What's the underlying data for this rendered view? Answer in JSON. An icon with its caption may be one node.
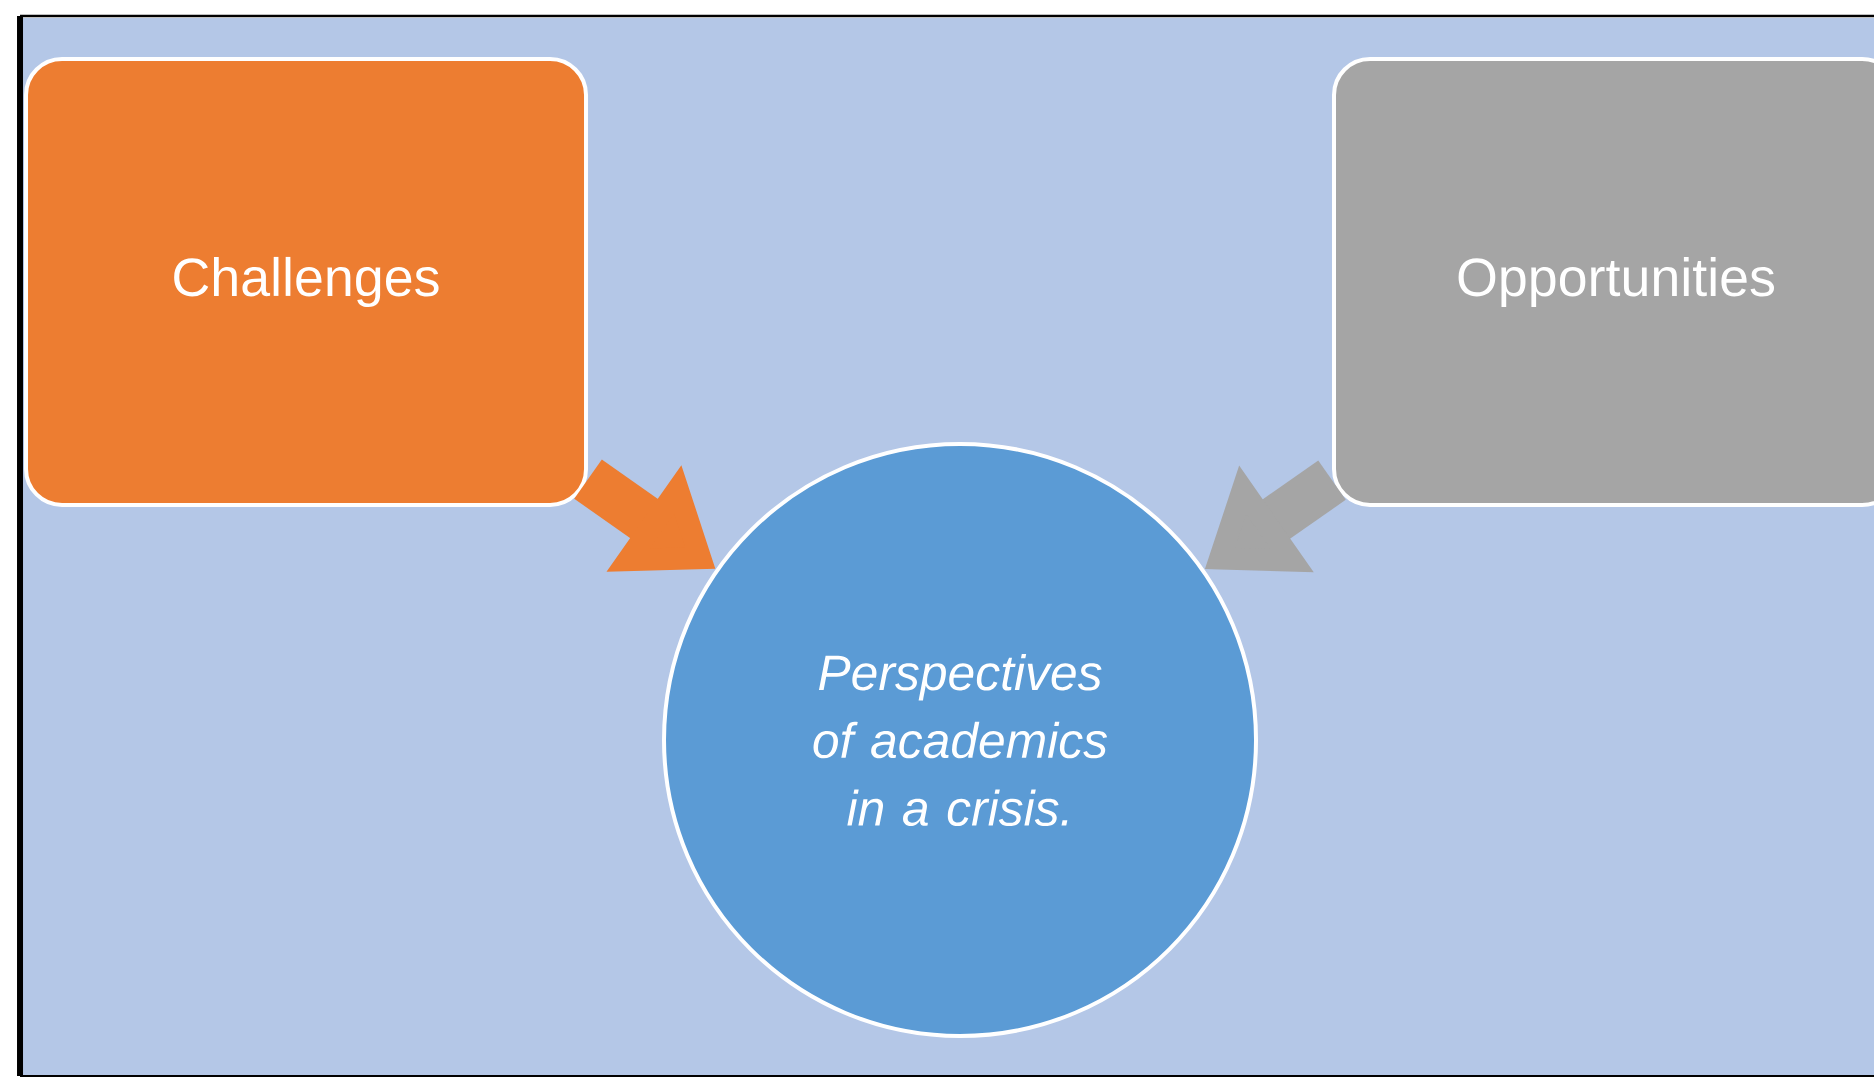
{
  "diagram": {
    "nodes": [
      {
        "text": [
          "Challenges"
        ]
      },
      {
        "text": [
          "Opportunities"
        ]
      },
      {
        "text": [
          "Perspectives of academics in a crisis."
        ]
      }
    ],
    "edges": [
      {
        "from": 0,
        "to": 2,
        "arrow": "to",
        "color": "#ed7d31"
      },
      {
        "from": 1,
        "to": 2,
        "arrow": "to",
        "color": "#a5a5a5"
      }
    ]
  }
}
